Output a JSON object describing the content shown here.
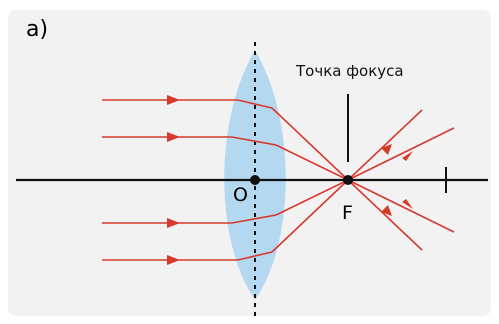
{
  "figure": {
    "panel_label": "а)",
    "focus_point_caption": "Точка фокуса",
    "center_label": "O",
    "focus_label": "F"
  },
  "colors": {
    "panel_bg": "#f2f2f3",
    "lens_fill": "#a9d4ef",
    "ray": "#d63a2c",
    "axis": "#111111"
  }
}
